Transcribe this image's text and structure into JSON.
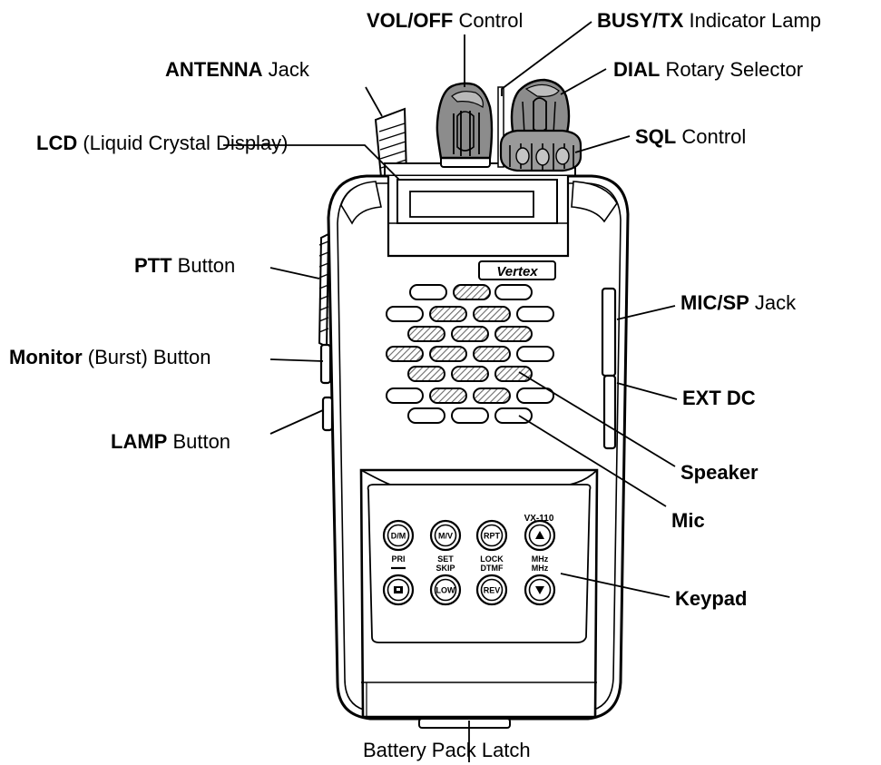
{
  "colors": {
    "line": "#000000",
    "knob": "#8a8a8a",
    "knob_dark": "#5e5e5e",
    "hatch": "#777777",
    "background": "#ffffff"
  },
  "brand": "Vertex",
  "model": "VX-110",
  "labels": {
    "vol_off": {
      "bold": "VOL/OFF",
      "rest": " Control"
    },
    "busy_tx": {
      "bold": "BUSY/TX",
      "rest": " Indicator Lamp"
    },
    "antenna": {
      "bold": "ANTENNA",
      "rest": " Jack"
    },
    "dial": {
      "bold": "DIAL",
      "rest": " Rotary Selector"
    },
    "lcd": {
      "bold": "LCD",
      "rest": " (Liquid Crystal Display)"
    },
    "sql": {
      "bold": "SQL",
      "rest": " Control"
    },
    "ptt": {
      "bold": "PTT",
      "rest": " Button"
    },
    "mic_sp": {
      "bold": "MIC/SP",
      "rest": " Jack"
    },
    "monitor": {
      "bold": "Monitor",
      "rest": " (Burst) Button"
    },
    "ext_dc": {
      "bold": "EXT DC",
      "rest": ""
    },
    "lamp": {
      "bold": "LAMP",
      "rest": " Button"
    },
    "speaker": {
      "bold": "Speaker",
      "rest": ""
    },
    "mic": {
      "bold": "Mic",
      "rest": ""
    },
    "keypad": {
      "bold": "Keypad",
      "rest": ""
    },
    "battery": {
      "bold": "",
      "rest": "Battery Pack Latch"
    }
  },
  "keypad_keys": {
    "row1": [
      {
        "key": "D/M",
        "above": "",
        "below": "PRI",
        "icon": ""
      },
      {
        "key": "M/V",
        "above": "",
        "below": "SET",
        "icon": ""
      },
      {
        "key": "RPT",
        "above": "",
        "below": "LOCK",
        "icon": ""
      },
      {
        "key": "",
        "above": "",
        "below": "MHz",
        "icon": "up-arrow-icon"
      }
    ],
    "row2": [
      {
        "key": "",
        "above": "—",
        "below": "",
        "icon": "square-icon"
      },
      {
        "key": "LOW",
        "above": "SKIP",
        "below": "",
        "icon": ""
      },
      {
        "key": "REV",
        "above": "DTMF",
        "below": "",
        "icon": ""
      },
      {
        "key": "",
        "above": "MHz",
        "below": "",
        "icon": "down-arrow-icon"
      }
    ]
  }
}
